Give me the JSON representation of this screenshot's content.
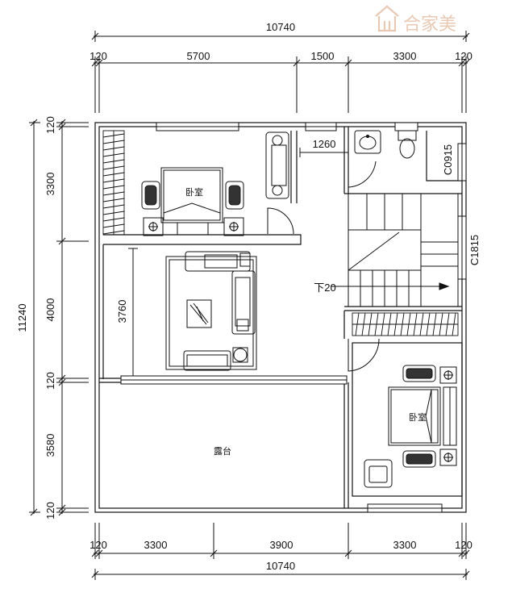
{
  "watermark": {
    "brand": "合家美"
  },
  "dimensions": {
    "top_total": "10740",
    "top_wall_left": "120",
    "top_seg1": "5700",
    "top_seg2": "1500",
    "top_seg3": "3300",
    "top_wall_right": "120",
    "left_total": "11240",
    "left_wall_top": "120",
    "left_seg1": "3300",
    "left_seg2": "4000",
    "left_wall_mid": "120",
    "left_seg3": "3580",
    "left_wall_bottom": "120",
    "bottom_wall_left": "120",
    "bottom_seg1": "3300",
    "bottom_seg2": "3900",
    "bottom_seg3": "3300",
    "bottom_wall_right": "120",
    "bottom_total": "10740",
    "inner_1260": "1260",
    "inner_3760": "3760"
  },
  "labels": {
    "window_c0915": "C0915",
    "window_c1815": "C1815",
    "stair_down": "下20",
    "bedroom_top": "卧室",
    "bedroom_bottom": "卧室",
    "terrace": "露台"
  }
}
